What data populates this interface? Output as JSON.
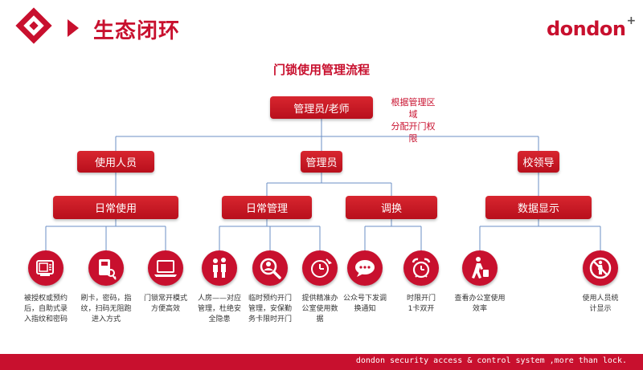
{
  "header": {
    "title": "生态闭环",
    "brand_main": "dondon",
    "brand_plus": "+"
  },
  "chart": {
    "title": "门锁使用管理流程",
    "root": "管理员/老师",
    "root_note_line1": "根据管理区域",
    "root_note_line2": "分配开门权限",
    "level1": [
      "使用人员",
      "管理员",
      "校领导"
    ],
    "level2": [
      "日常使用",
      "日常管理",
      "调换",
      "数据显示"
    ],
    "items": [
      {
        "icon": "fingerprint-scanner-icon",
        "caption": [
          "被授权或预约",
          "后，自助式录",
          "入指纹和密码"
        ]
      },
      {
        "icon": "card-key-icon",
        "caption": [
          "刷卡，密码，指",
          "纹，扫码无阻跑",
          "进入方式"
        ]
      },
      {
        "icon": "laptop-icon",
        "caption": [
          "门锁常开模式",
          "方便高效"
        ]
      },
      {
        "icon": "people-icon",
        "caption": [
          "人房——对应",
          "管理，杜绝安",
          "全隐患"
        ]
      },
      {
        "icon": "search-person-icon",
        "caption": [
          "临时预约开门",
          "管理，安保勤",
          "务卡限时开门"
        ]
      },
      {
        "icon": "timer-icon",
        "caption": [
          "提供精准办",
          "公室使用数",
          "据"
        ]
      },
      {
        "icon": "chat-bubble-icon",
        "caption": [
          "公众号下发调",
          "换通知"
        ]
      },
      {
        "icon": "alarm-clock-icon",
        "caption": [
          "时限开门",
          "1卡双开"
        ]
      },
      {
        "icon": "walking-person-icon",
        "caption": [
          "查看办公室使用",
          "效率"
        ]
      },
      {
        "icon": "no-entry-person-icon",
        "caption": [
          "使用人员统",
          "计显示"
        ]
      }
    ]
  },
  "footer": {
    "text": "dondon  security access & control system ,more than lock."
  },
  "colors": {
    "accent": "#c8102e",
    "line": "#6b8fc4"
  }
}
